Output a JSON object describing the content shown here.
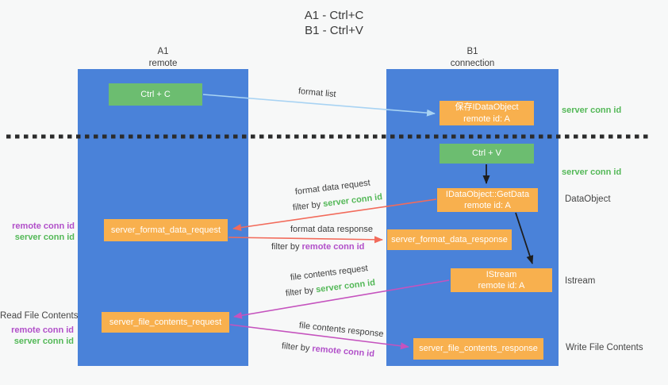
{
  "title": {
    "line1": "A1 - Ctrl+C",
    "line2": "B1 - Ctrl+V"
  },
  "columns": {
    "left": {
      "id": "A1",
      "role": "remote"
    },
    "right": {
      "id": "B1",
      "role": "connection"
    }
  },
  "nodes": {
    "ctrl_c": "Ctrl + C",
    "ctrl_v": "Ctrl + V",
    "save_dataobject": {
      "line1": "保存IDataObject",
      "line2": "remote id: A"
    },
    "getdata": {
      "line1": "IDataObject::GetData",
      "line2": "remote id: A"
    },
    "istream": {
      "line1": "IStream",
      "line2": "remote id: A"
    },
    "format_request": "server_format_data_request",
    "format_response": "server_format_data_response",
    "file_request": "server_file_contents_request",
    "file_response": "server_file_contents_response"
  },
  "labels": {
    "format_list": "format list",
    "format_data_request": "format data request",
    "format_data_response": "format data response",
    "file_contents_request": "file contents request",
    "file_contents_response": "file contents response",
    "filter_by": "filter by",
    "server_conn_id": "server conn id",
    "remote_conn_id": "remote conn id",
    "dataobject": "DataObject",
    "istream": "Istream",
    "read_file_contents": "Read File Contents",
    "write_file_contents": "Write File Contents"
  },
  "colors": {
    "panel_blue": "#4a82d9",
    "node_green": "#6cbd70",
    "node_orange": "#f8b04e",
    "text_green": "#53b857",
    "text_purple": "#b14fc9",
    "arrow_light_blue": "#a8d3f3",
    "arrow_red": "#f26b5b",
    "arrow_magenta": "#c553be",
    "arrow_black": "#1e1e1e",
    "dotted_line": "#2b2b2b",
    "background": "#f7f8f8"
  }
}
